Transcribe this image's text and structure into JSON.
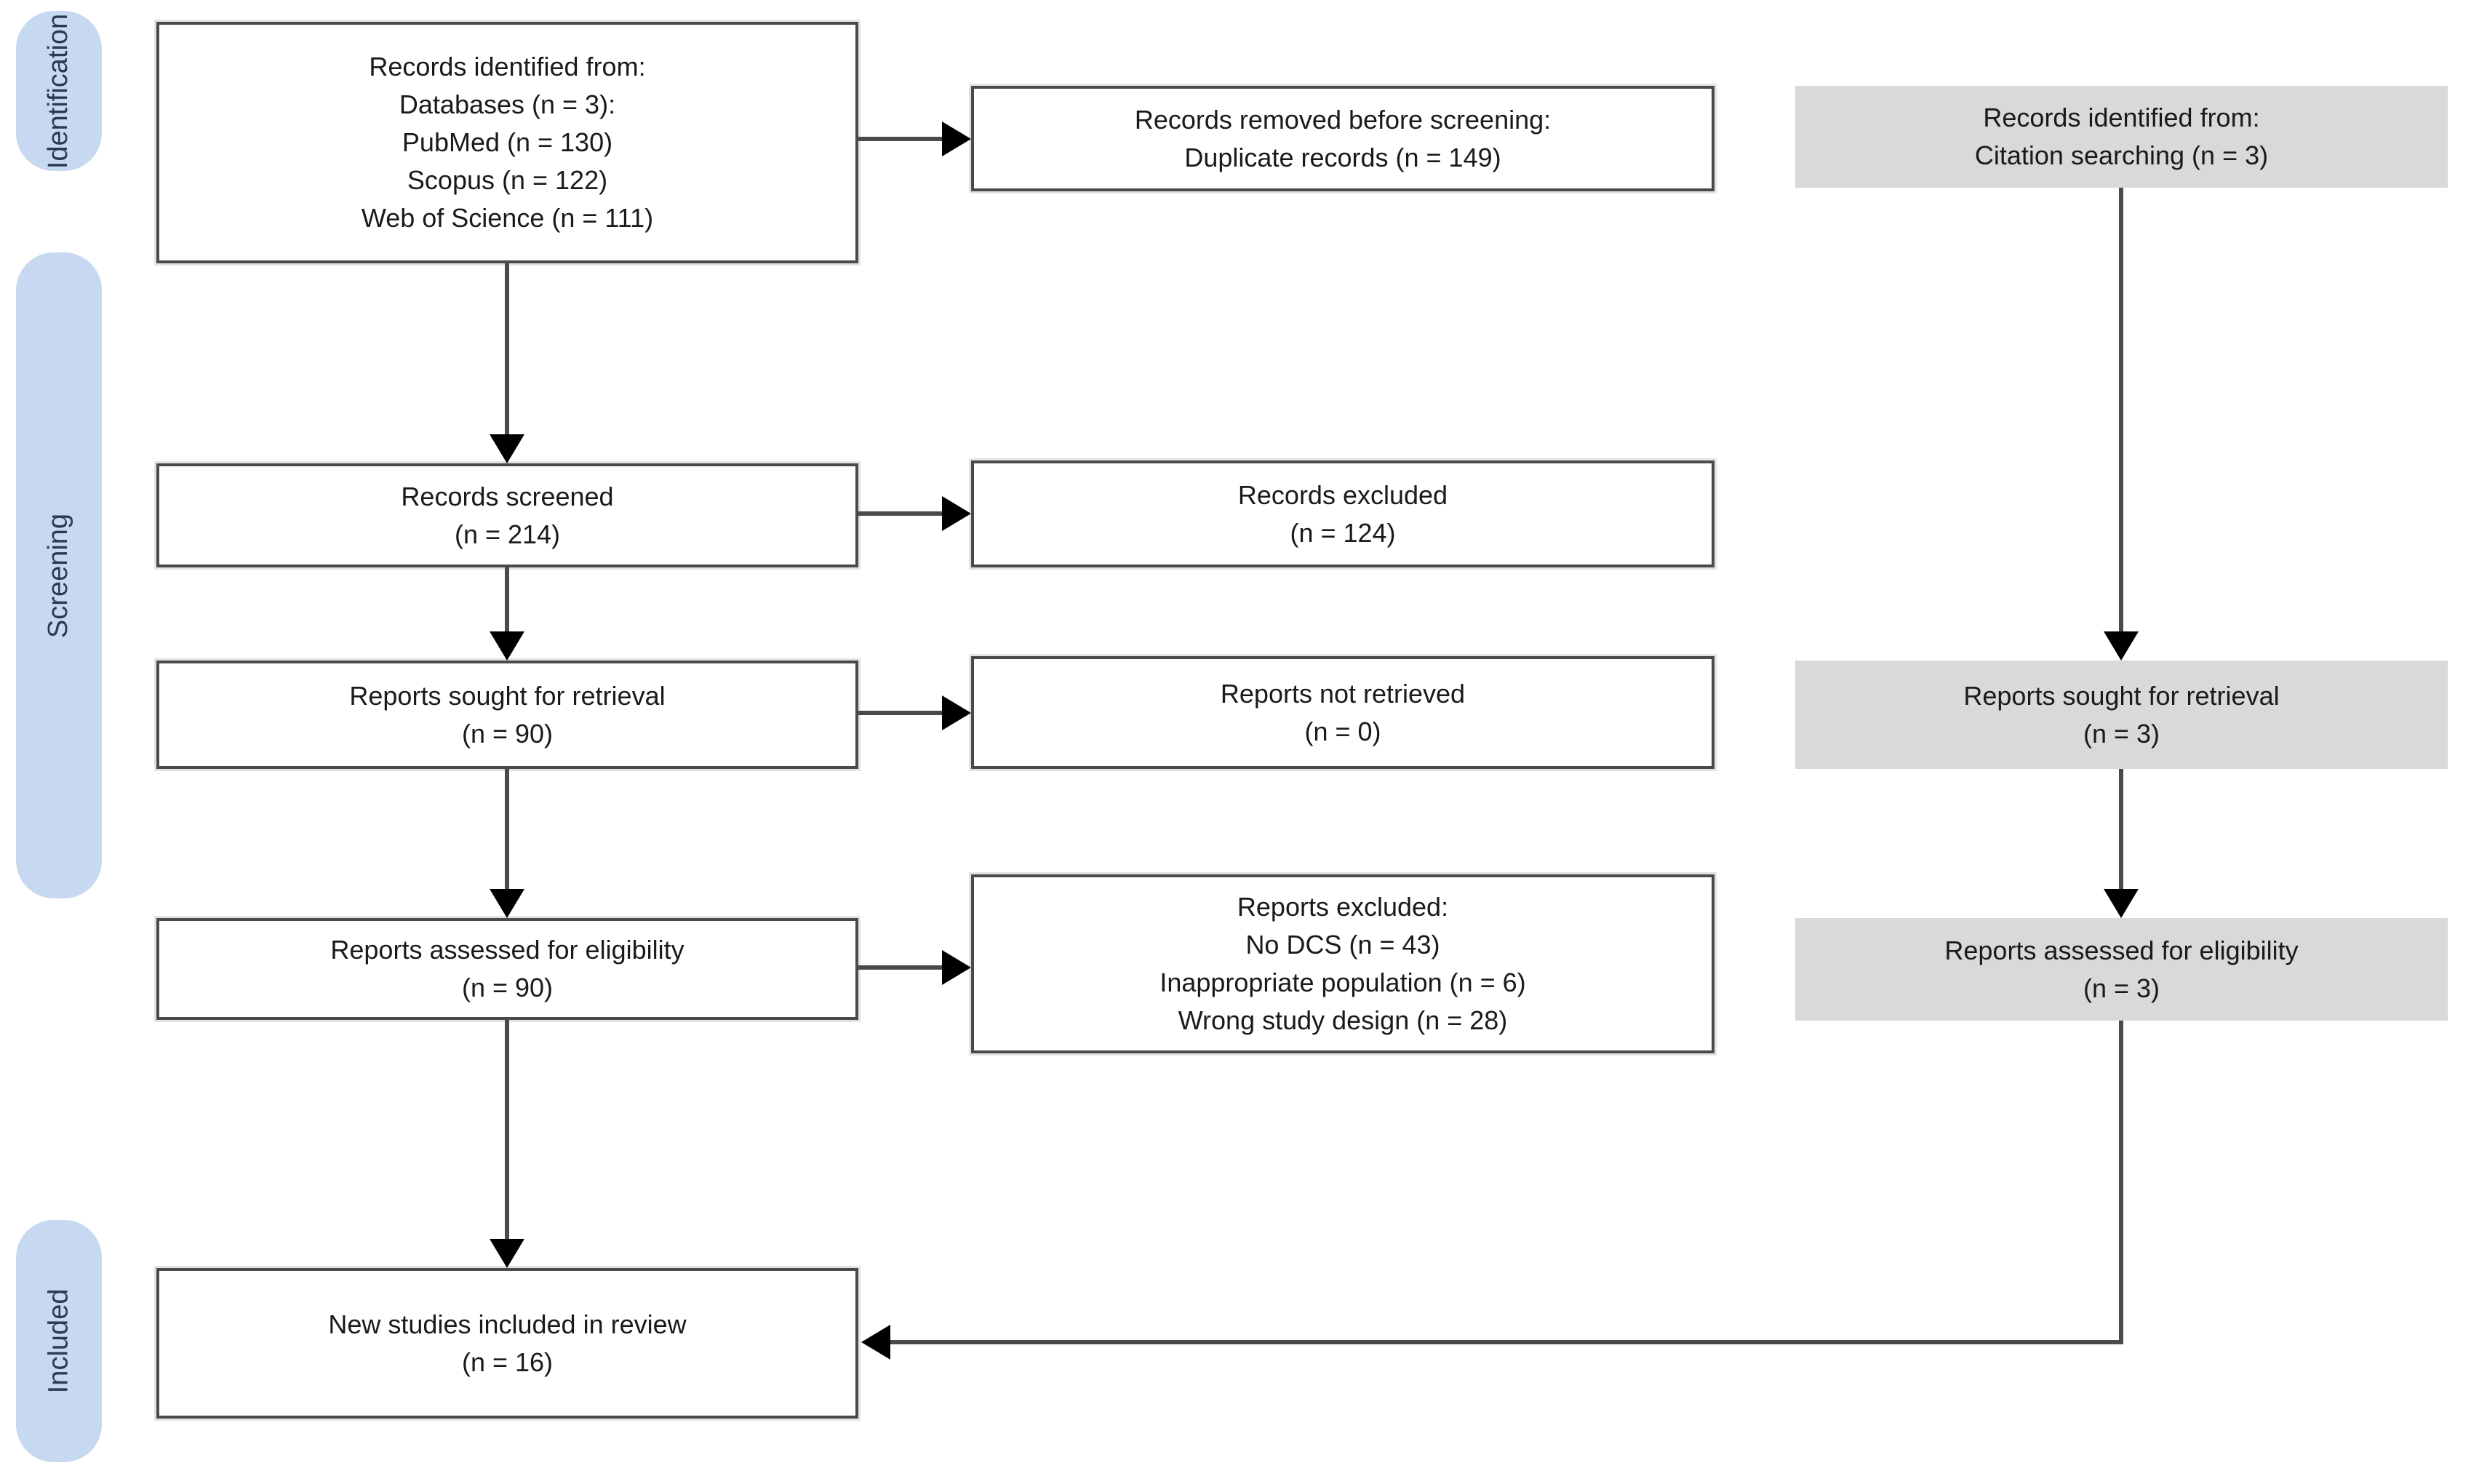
{
  "stages": [
    {
      "label": "Identification"
    },
    {
      "label": "Screening"
    },
    {
      "label": "Included"
    }
  ],
  "boxes": {
    "identified_databases": {
      "lines": [
        "Records identified from:",
        "Databases (n = 3):",
        "PubMed (n = 130)",
        "Scopus (n = 122)",
        "Web of Science (n = 111)"
      ]
    },
    "removed_before_screening": {
      "lines": [
        "Records removed before screening:",
        "Duplicate records (n = 149)"
      ]
    },
    "identified_citation": {
      "lines": [
        "Records identified from:",
        "Citation searching (n = 3)"
      ]
    },
    "records_screened": {
      "lines": [
        "Records screened",
        "(n = 214)"
      ]
    },
    "records_excluded": {
      "lines": [
        "Records excluded",
        "(n = 124)"
      ]
    },
    "reports_sought": {
      "lines": [
        "Reports sought for retrieval",
        "(n = 90)"
      ]
    },
    "reports_not_retrieved": {
      "lines": [
        "Reports not retrieved",
        "(n = 0)"
      ]
    },
    "citation_reports_sought": {
      "lines": [
        "Reports sought for retrieval",
        "(n = 3)"
      ]
    },
    "reports_assessed": {
      "lines": [
        "Reports assessed for eligibility",
        "(n = 90)"
      ]
    },
    "reports_excluded_reasons": {
      "lines": [
        "Reports excluded:",
        "No DCS (n = 43)",
        "Inappropriate population (n = 6)",
        "Wrong study design (n = 28)"
      ]
    },
    "citation_reports_assessed": {
      "lines": [
        "Reports assessed for eligibility",
        "(n = 3)"
      ]
    },
    "new_studies_included": {
      "lines": [
        "New studies included in review",
        "(n = 16)"
      ]
    }
  },
  "colors": {
    "stage_pill_fill": "#c7d9f0",
    "stage_pill_text": "#2b3a52",
    "white_box_fill": "#ffffff",
    "gray_box_fill": "#d9d9d9",
    "box_border": "#4a4a4a",
    "arrow_line": "#4a4a4a",
    "arrowhead": "#000000",
    "text": "#1a1a1a"
  }
}
